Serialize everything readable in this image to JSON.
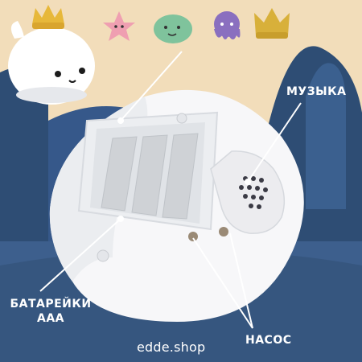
{
  "labels": {
    "music": "МУЗЫКА",
    "batteries_line1": "БАТАРЕЙКИ",
    "batteries_line2": "ААА",
    "pump": "НАСОС",
    "shop": "edde.shop"
  },
  "accessories": [
    {
      "name": "starfish-figure",
      "color": "#ef9fb1"
    },
    {
      "name": "turtle-figure",
      "color": "#7fc39c"
    },
    {
      "name": "octopus-figure",
      "color": "#8a6fbf"
    },
    {
      "name": "crown-figure",
      "color": "#d8b03a"
    }
  ],
  "colors": {
    "background_top": "#f2ddba",
    "background_blue": "#2e4d74",
    "floor": "#3d5f8d",
    "device_body": "#f7f7f9",
    "battery": "#cfd2d6",
    "pointer_line": "#ffffff"
  }
}
